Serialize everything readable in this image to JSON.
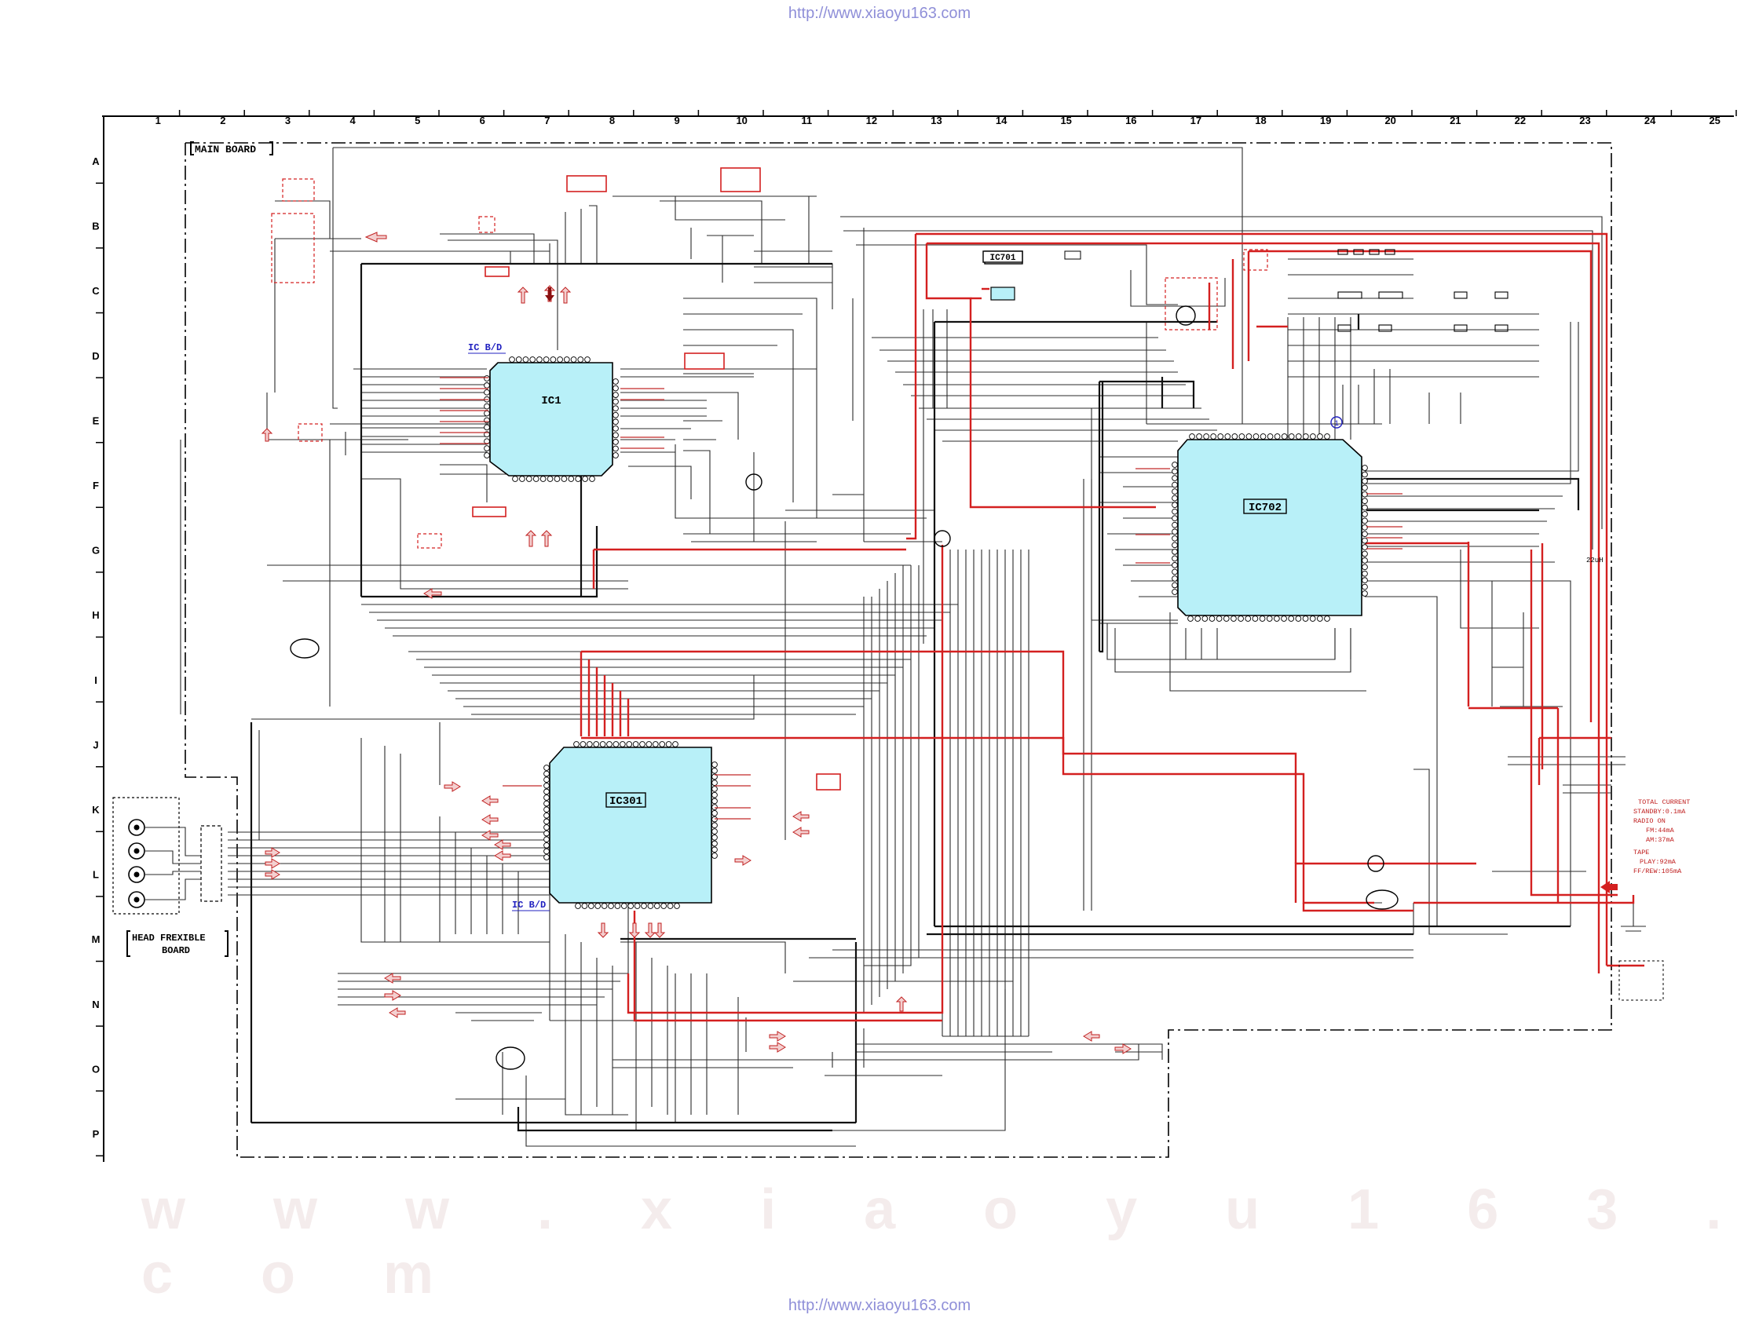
{
  "header_url": "http://www.xiaoyu163.com",
  "footer_url": "http://www.xiaoyu163.com",
  "watermark": "w w w . x i a o y u 1 6 3 . c o m",
  "board_label": "MAIN BOARD",
  "head_board_label_1": "HEAD FREXIBLE",
  "head_board_label_2": "BOARD",
  "columns": [
    "1",
    "2",
    "3",
    "4",
    "5",
    "6",
    "7",
    "8",
    "9",
    "10",
    "11",
    "12",
    "13",
    "14",
    "15",
    "16",
    "17",
    "18",
    "19",
    "20",
    "21",
    "22",
    "23",
    "24",
    "25"
  ],
  "rows": [
    "A",
    "B",
    "C",
    "D",
    "E",
    "F",
    "G",
    "H",
    "I",
    "J",
    "K",
    "L",
    "M",
    "N",
    "O",
    "P"
  ],
  "ics": {
    "ic1": "IC1",
    "ic301": "IC301",
    "ic702": "IC702",
    "ic701": "IC701",
    "icbd_top": "IC B/D",
    "icbd_bottom": "IC B/D"
  },
  "current_note": {
    "line1": "TOTAL CURRENT",
    "line2": "STANDBY:0.1mA",
    "line3": "RADIO ON",
    "line4": "FM:44mA",
    "line5": "AM:37mA",
    "line6": "TAPE",
    "line7": "PLAY:92mA",
    "line8": "FF/REW:105mA"
  },
  "misc": {
    "inductor": "22uH",
    "pin_marker": "1"
  },
  "colors": {
    "wire": "#2a2a2a",
    "red_trace": "#d42020",
    "ic_fill": "#b8f0f8",
    "label_red": "#c02020",
    "label_blue": "#2020c0",
    "url": "#8f8fd8"
  }
}
